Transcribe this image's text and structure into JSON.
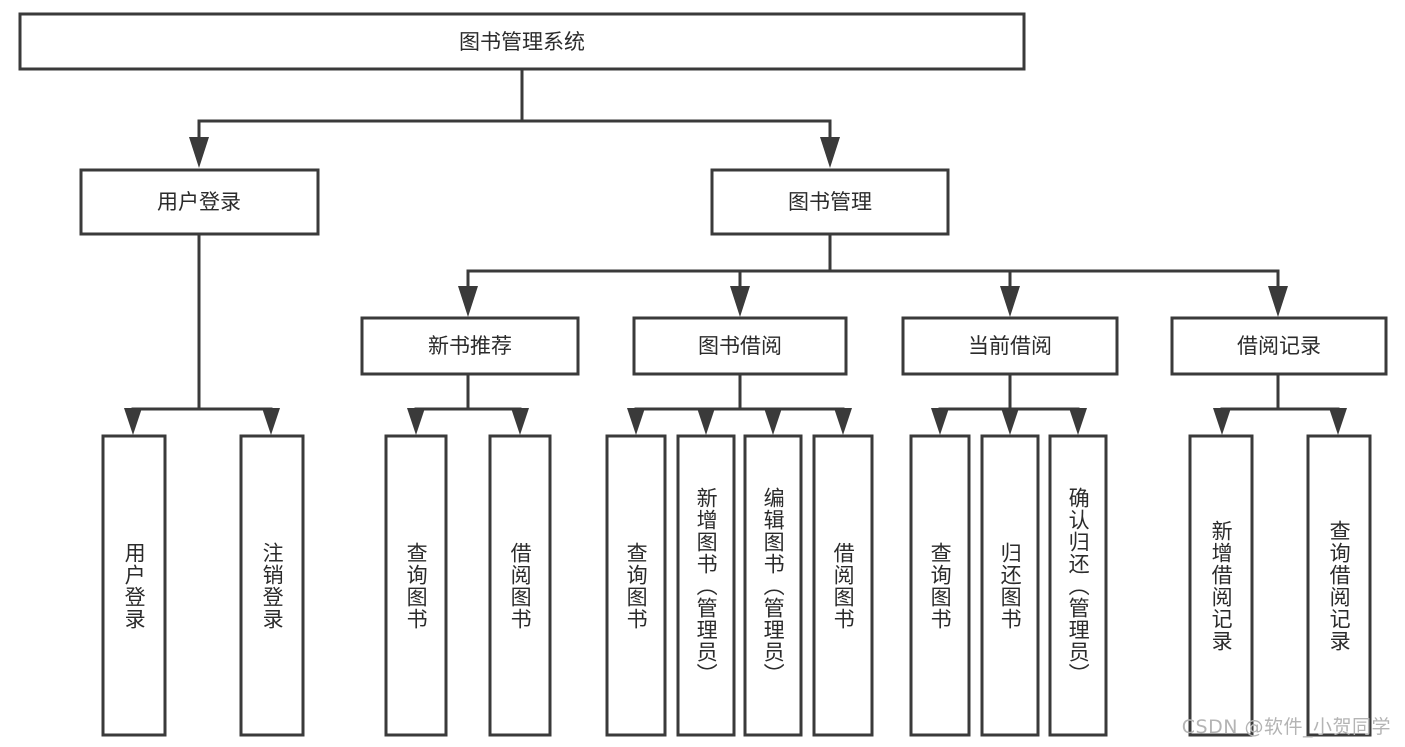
{
  "diagram": {
    "type": "tree",
    "title": "图书管理系统",
    "orientation": "top-down",
    "watermark": "CSDN @软件_小贺同学",
    "colors": {
      "stroke": "#3a3a3a",
      "fill": "#ffffff",
      "text": "#2b2b2b",
      "watermark": "#b4b4b4",
      "background": "#ffffff"
    },
    "root": {
      "label": "图书管理系统",
      "level": 0
    },
    "level1": [
      {
        "label": "用户登录",
        "level": 1
      },
      {
        "label": "图书管理",
        "level": 1
      }
    ],
    "level2": [
      {
        "label": "新书推荐",
        "level": 2,
        "parent": "图书管理"
      },
      {
        "label": "图书借阅",
        "level": 2,
        "parent": "图书管理"
      },
      {
        "label": "当前借阅",
        "level": 2,
        "parent": "图书管理"
      },
      {
        "label": "借阅记录",
        "level": 2,
        "parent": "图书管理"
      }
    ],
    "leaves": [
      {
        "label": "用户登录",
        "parent": "用户登录"
      },
      {
        "label": "注销登录",
        "parent": "用户登录"
      },
      {
        "label": "查询图书",
        "parent": "新书推荐"
      },
      {
        "label": "借阅图书",
        "parent": "新书推荐"
      },
      {
        "label": "查询图书",
        "parent": "图书借阅"
      },
      {
        "label": "新增图书（管理员）",
        "parent": "图书借阅"
      },
      {
        "label": "编辑图书（管理员）",
        "parent": "图书借阅"
      },
      {
        "label": "借阅图书",
        "parent": "图书借阅"
      },
      {
        "label": "查询图书",
        "parent": "当前借阅"
      },
      {
        "label": "归还图书",
        "parent": "当前借阅"
      },
      {
        "label": "确认归还（管理员）",
        "parent": "当前借阅"
      },
      {
        "label": "新增借阅记录",
        "parent": "借阅记录"
      },
      {
        "label": "查询借阅记录",
        "parent": "借阅记录"
      }
    ]
  }
}
